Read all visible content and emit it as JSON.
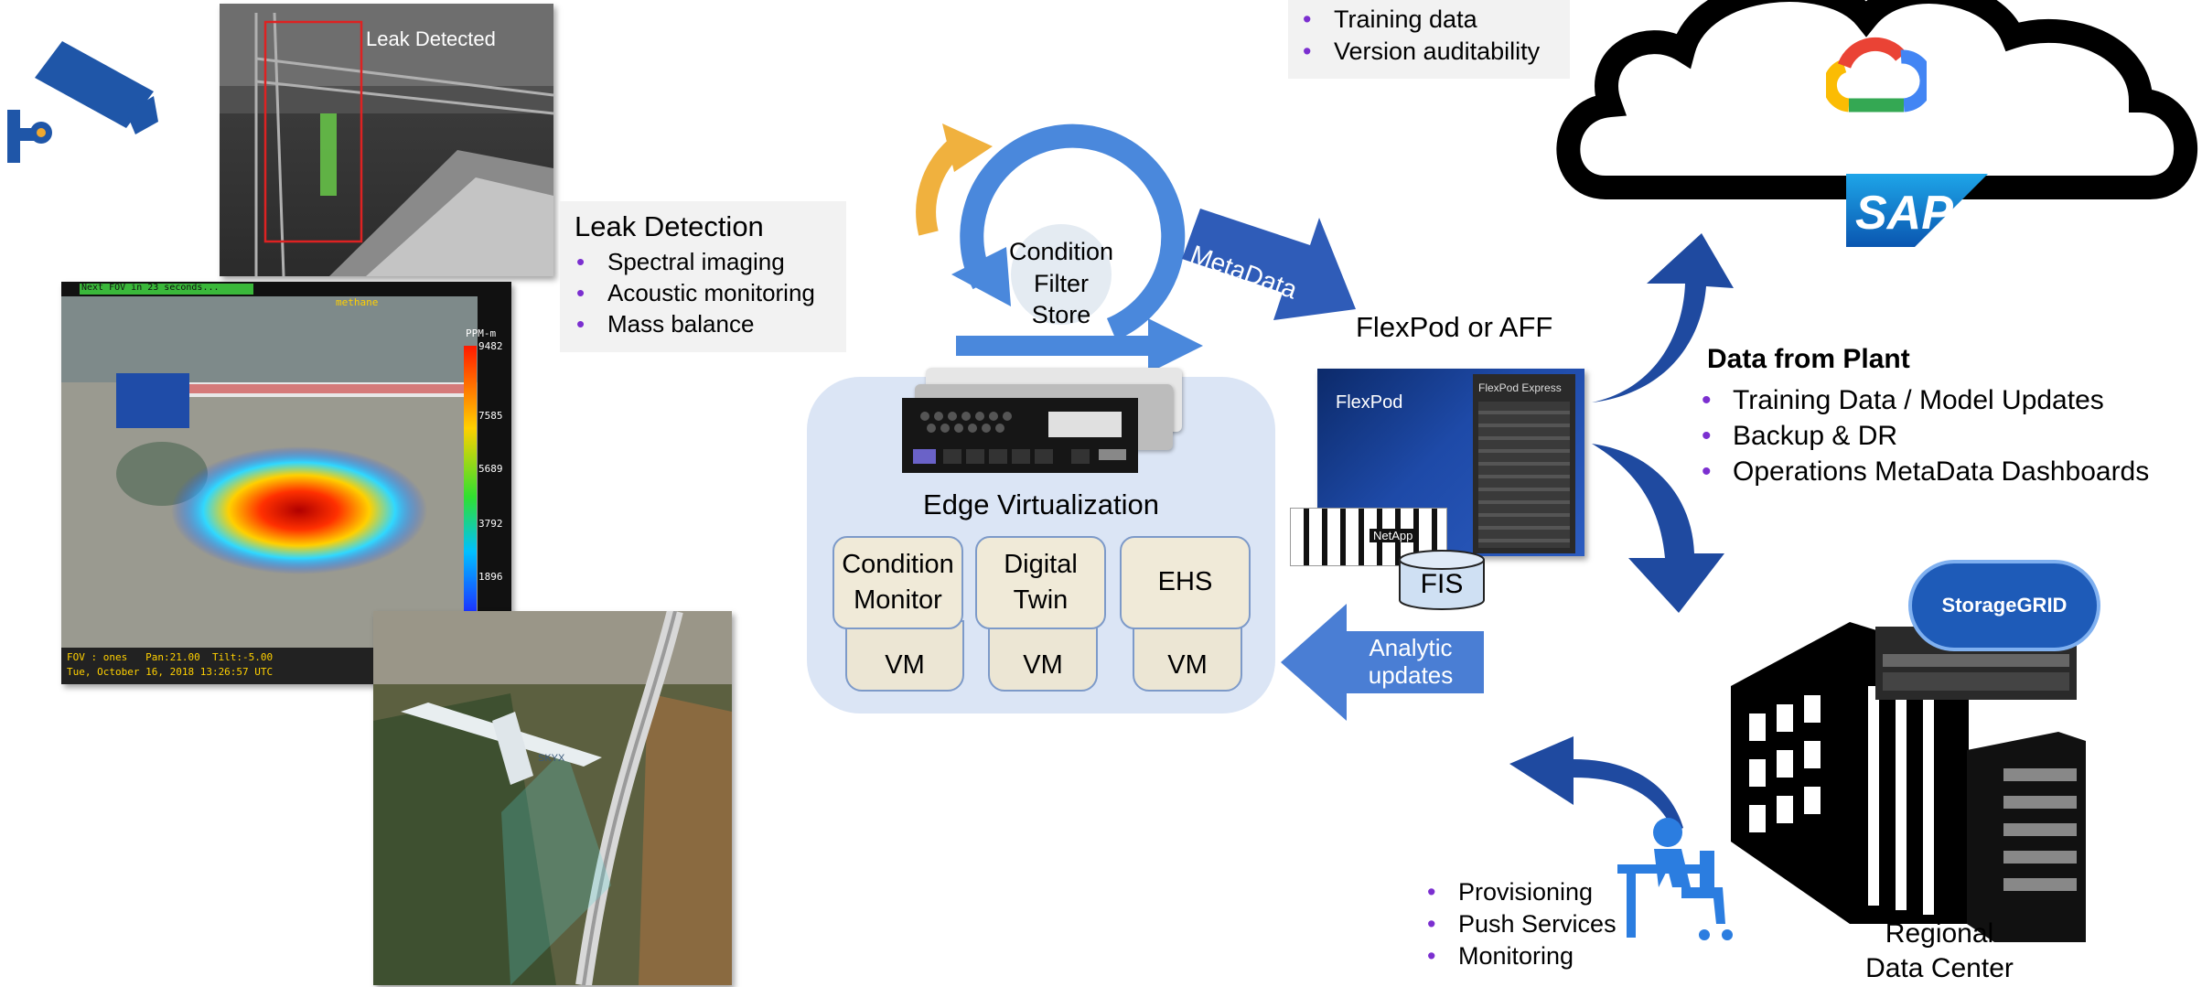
{
  "top_box": {
    "items": [
      "Training data",
      "Version auditability"
    ]
  },
  "leak": {
    "title": "Leak Detection",
    "items": [
      "Spectral imaging",
      "Acoustic monitoring",
      "Mass balance"
    ],
    "photo_label": "Leak Detected",
    "thermal": {
      "header": "Next FOV in 23 seconds...",
      "gas": "methane",
      "unit": "PPM-m",
      "scale": [
        "9482",
        "7585",
        "5689",
        "3792",
        "1896"
      ],
      "footer_line1": "FOV : ones   Pan:21.00  Tilt:-5.00",
      "footer_line2": "Tue, October 16, 2018 13:26:57 UTC"
    }
  },
  "cycle": {
    "label_lines": [
      "Condition",
      "Filter",
      "Store"
    ]
  },
  "metadata_arrow": "MetaData",
  "edge": {
    "title": "Edge Virtualization",
    "modules": [
      {
        "name_lines": [
          "Condition",
          "Monitor"
        ],
        "vm": "VM"
      },
      {
        "name_lines": [
          "Digital",
          "Twin"
        ],
        "vm": "VM"
      },
      {
        "name_lines": [
          "EHS"
        ],
        "vm": "VM"
      }
    ]
  },
  "flexpod": {
    "title": "FlexPod or AFF",
    "brand": "FlexPod",
    "express": "FlexPod Express",
    "netapp": "NetApp",
    "fis": "FIS"
  },
  "analytic_arrow": {
    "lines": [
      "Analytic",
      "updates"
    ]
  },
  "plant": {
    "title": "Data from Plant",
    "items": [
      "Training Data / Model Updates",
      "Backup & DR",
      "Operations MetaData Dashboards"
    ]
  },
  "cloud": {
    "sap": "SAP"
  },
  "storagegrid": "StorageGRID",
  "regional": {
    "lines": [
      "Regional",
      "Data Center"
    ]
  },
  "ops": {
    "items": [
      "Provisioning",
      "Push Services",
      "Monitoring"
    ]
  },
  "drone": {
    "label": "SKYX"
  },
  "colors": {
    "accent_blue": "#2f5cb8",
    "light_blue": "#4a88dc",
    "bullet_purple": "#7b2fd0",
    "edge_bg": "#dbe5f5"
  }
}
